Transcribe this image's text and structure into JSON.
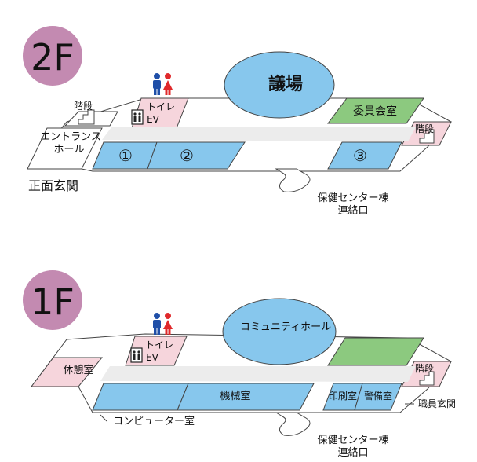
{
  "floor2": {
    "badge": "2F",
    "assembly_hall": "議場",
    "committee_room": "委員会室",
    "stairs_left": "階段",
    "stairs_right": "階段",
    "toilet": "トイレ",
    "elevator": "EV",
    "entrance_hall_line1": "エントランス",
    "entrance_hall_line2": "ホール",
    "front_entrance": "正面玄関",
    "room_1": "①",
    "room_2": "②",
    "room_3": "③",
    "health_center_line1": "保健センター棟",
    "health_center_line2": "連絡口"
  },
  "floor1": {
    "badge": "1F",
    "community_hall": "コミュニティホール",
    "stairs_right": "階段",
    "toilet": "トイレ",
    "elevator": "EV",
    "lounge": "休憩室",
    "machine_room": "機械室",
    "print_room": "印刷室",
    "guard_room": "警備室",
    "staff_entrance": "職員玄関",
    "computer_room": "コンピューター室",
    "health_center_line1": "保健センター棟",
    "health_center_line2": "連絡口"
  },
  "colors": {
    "badge": "#c38ab1",
    "blue": "#87c7ed",
    "pink": "#f6d5dc",
    "green": "#8cc97f",
    "corridor": "#ececec",
    "male": "#1f4fa8",
    "female": "#e0292b"
  }
}
